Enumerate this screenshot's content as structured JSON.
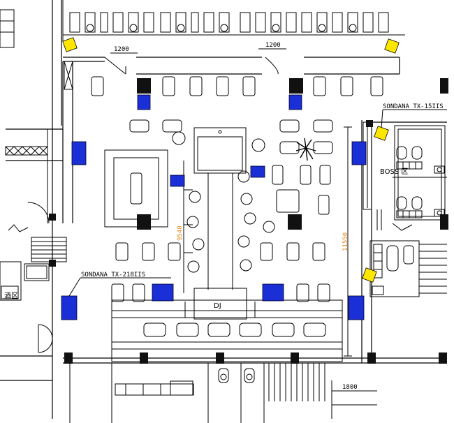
{
  "labels": {
    "dim_top_left": "1200",
    "dim_top_right": "1200",
    "dim_stage_vertical": "9540",
    "dim_right_vertical": "11550",
    "dim_bottom_right": "1800",
    "speaker_right": "SONDANA TX-15IIS",
    "speaker_left": "SONDANA TX-218IIS",
    "room_boss": "BOSS 区",
    "room_left": "酒区",
    "dj": "DJ"
  },
  "colors": {
    "line": "#000000",
    "speaker_blue": "#1a2fd6",
    "monitor_yellow": "#ffe600",
    "column_fill": "#111111",
    "dimension_orange": "#e08a1e"
  }
}
